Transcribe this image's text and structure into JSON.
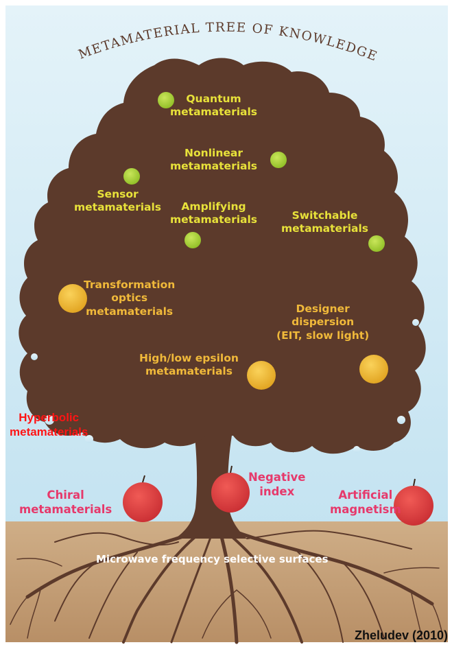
{
  "title": "Metamaterial Tree of Knowledge",
  "labels": {
    "quantum": [
      "Quantum",
      "metamaterials"
    ],
    "nonlinear": [
      "Nonlinear",
      "metamaterials"
    ],
    "sensor": [
      "Sensor",
      "metamaterials"
    ],
    "amplifying": [
      "Amplifying",
      "metamaterials"
    ],
    "switchable": [
      "Switchable",
      "metamaterials"
    ],
    "transformation": [
      "Transformation",
      "optics",
      "metamaterials"
    ],
    "designer": [
      "Designer",
      "dispersion",
      "(EIT, slow light)"
    ],
    "highlow": [
      "High/low epsilon",
      "metamaterials"
    ],
    "hyperbolic": [
      "Hyperbolic",
      "metamaterials"
    ],
    "chiral": [
      "Chiral",
      "metamaterials"
    ],
    "negative": [
      "Negative",
      "index"
    ],
    "artificial": [
      "Artificial",
      "magnetism"
    ],
    "roots": "Microwave frequency selective surfaces"
  },
  "credit": "Zheludev (2010)",
  "colors": {
    "sky": "#d3ecf6",
    "trunk": "#5c3a2b",
    "soil": "#c4a07a",
    "green_apple": "#a9cf2e",
    "yellow_apple": "#f1b82d",
    "red_apple": "#dc3b3b",
    "green_label": "#e8e23a",
    "yellow_label": "#f0b93a",
    "pink_label": "#e6396b",
    "red_label": "#ff1414"
  }
}
